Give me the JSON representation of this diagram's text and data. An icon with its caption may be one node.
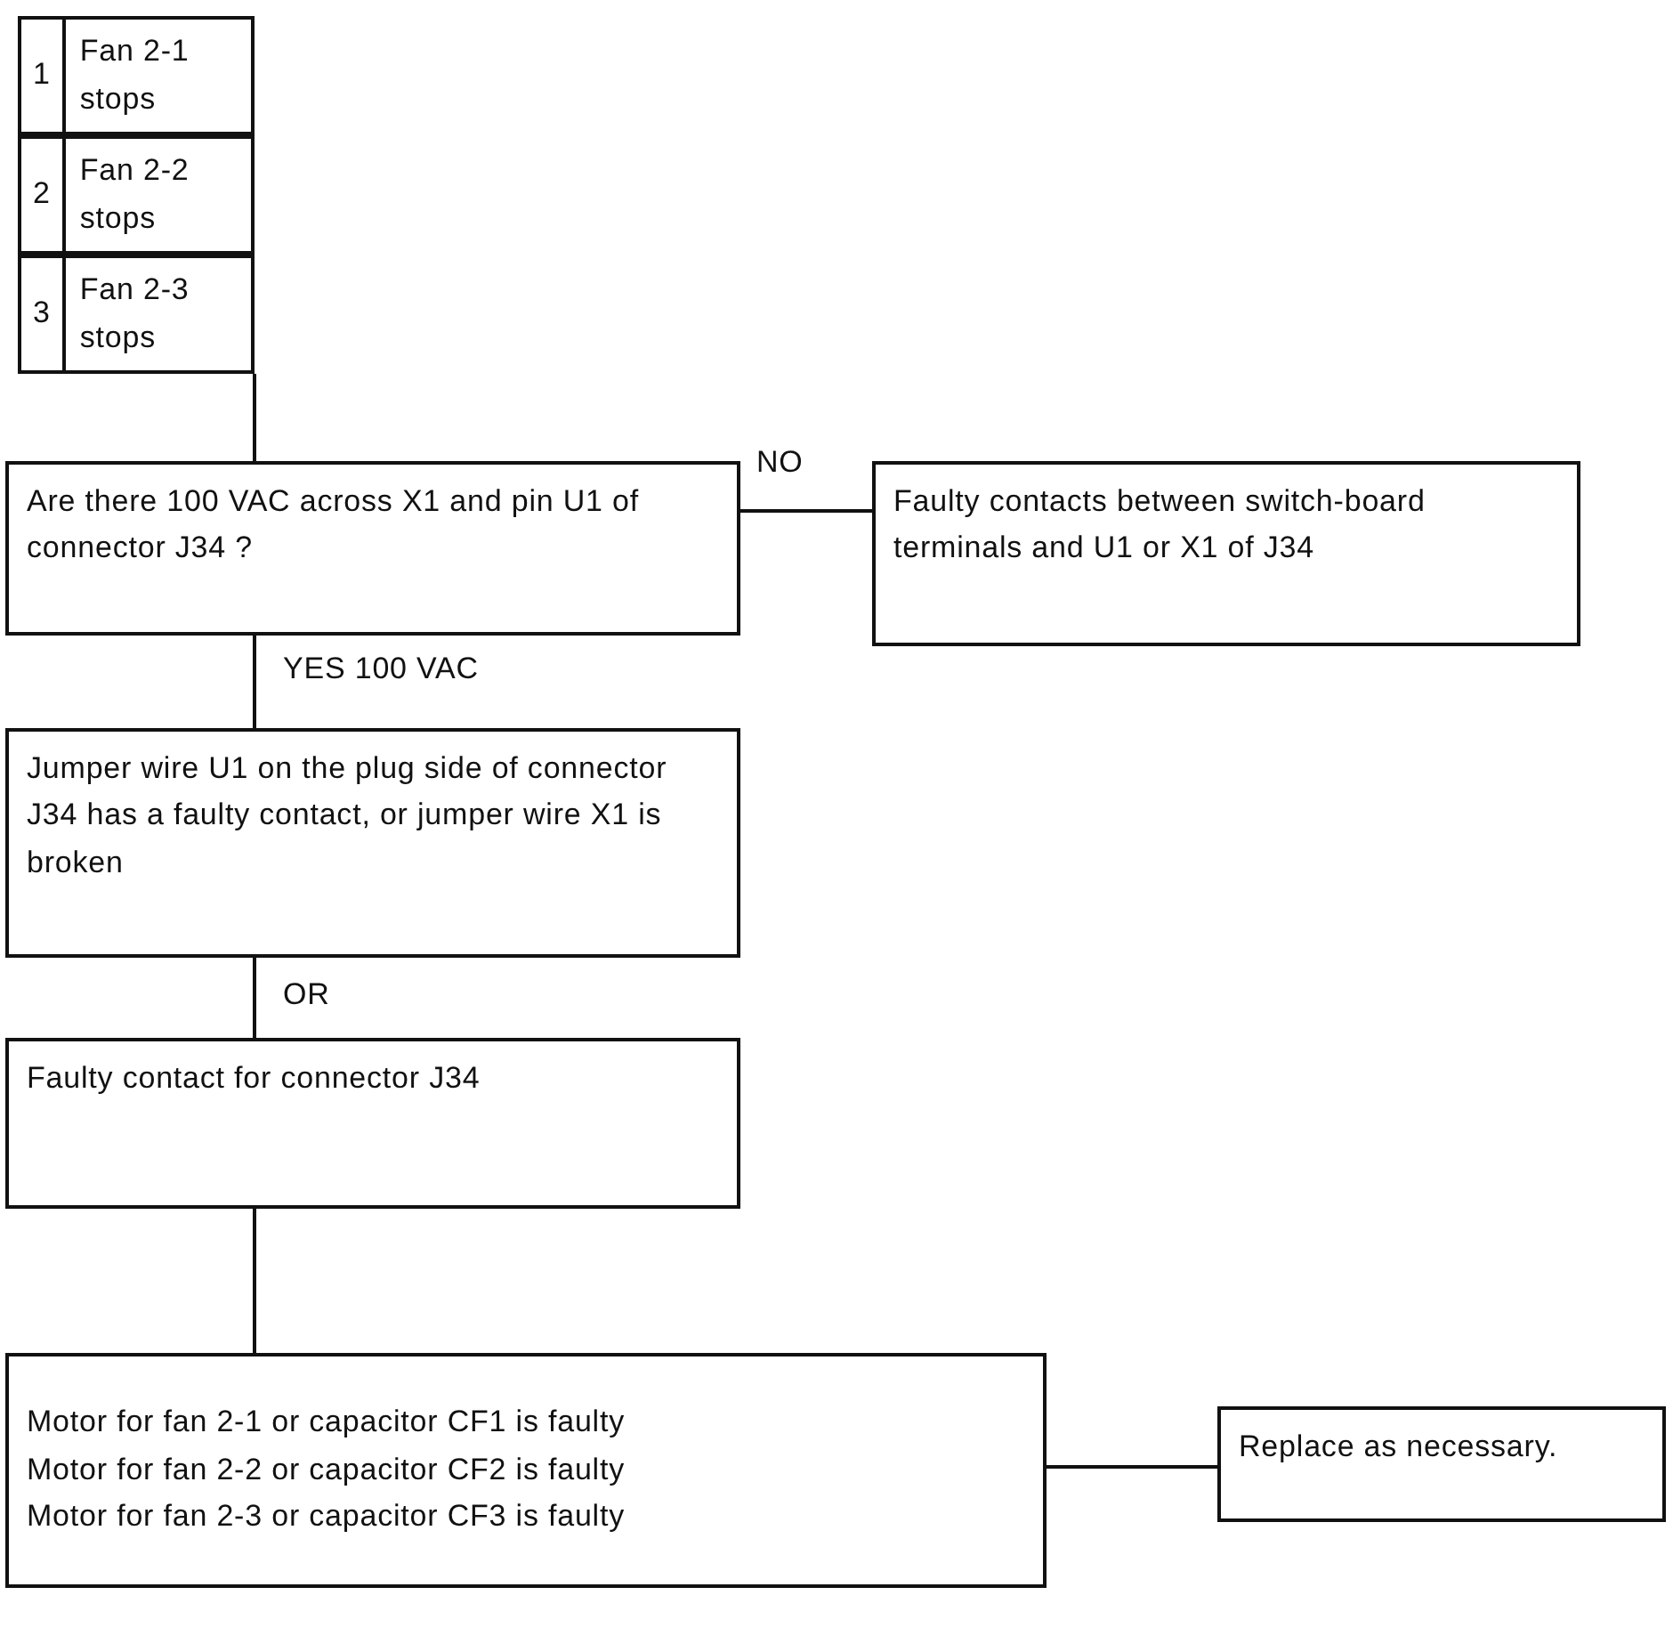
{
  "diagram": {
    "nodes": [
      {
        "text": [
          "1",
          "Fan 2-1 stops"
        ]
      },
      {
        "text": [
          "2",
          "Fan 2-2 stops"
        ]
      },
      {
        "text": [
          "3",
          "Fan 2-3 stops"
        ]
      },
      {
        "text": [
          "Are there 100 VAC across X1 and pin U1 of connector J34 ?"
        ]
      },
      {
        "text": [
          "Faulty contacts between switch-board terminals and U1 or X1 of J34"
        ]
      },
      {
        "text": [
          "Jumper wire U1 on the plug side of connector J34 has a faulty contact, or jumper wire X1 is broken"
        ]
      },
      {
        "text": [
          "Faulty contact for connector J34"
        ]
      },
      {
        "text": [
          "Motor for fan 2-1 or capacitor CF1 is faulty",
          "Motor for fan 2-2 or capacitor CF2 is faulty",
          "Motor for fan 2-3 or capacitor CF3 is faulty"
        ]
      },
      {
        "text": [
          "Replace as necessary."
        ]
      }
    ],
    "edges": [
      {
        "from": 2,
        "to": 3,
        "arrow": "none"
      },
      {
        "from": 3,
        "to": 4,
        "arrow": "none",
        "label": "NO"
      },
      {
        "from": 3,
        "to": 5,
        "arrow": "none",
        "label": "YES 100 VAC"
      },
      {
        "from": 5,
        "to": 6,
        "arrow": "none",
        "label": "OR"
      },
      {
        "from": 6,
        "to": 7,
        "arrow": "none"
      },
      {
        "from": 7,
        "to": 8,
        "arrow": "none"
      }
    ]
  }
}
